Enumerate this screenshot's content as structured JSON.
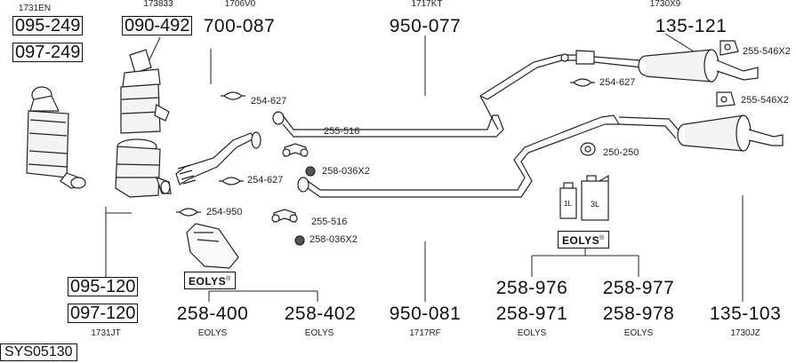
{
  "refs": {
    "r1731EN": "1731EN",
    "r173833": "173833",
    "r1706V0": "1706V0",
    "r1717KT": "1717KT",
    "r1730X9": "1730X9",
    "r1731JT": "1731JT",
    "r1717RF": "1717RF",
    "r1730JZ": "1730JZ",
    "eolys1": "EOLYS",
    "eolys2": "EOLYS",
    "eolys3": "EOLYS",
    "eolys4": "EOLYS"
  },
  "parts": {
    "p095_249": "095-249",
    "p097_249": "097-249",
    "p090_492": "090-492",
    "p700_087": "700-087",
    "p950_077": "950-077",
    "p135_121": "135-121",
    "p095_120": "095-120",
    "p097_120": "097-120",
    "p258_400": "258-400",
    "p258_402": "258-402",
    "p950_081": "950-081",
    "p258_976": "258-976",
    "p258_971": "258-971",
    "p258_977": "258-977",
    "p258_978": "258-978",
    "p135_103": "135-103"
  },
  "small_parts": {
    "s254_627_a": "254-627",
    "s255_516_a": "255-516",
    "s258_036X2_a": "258-036X2",
    "s254_627_b": "254-627",
    "s254_950": "254-950",
    "s255_516_b": "255-516",
    "s258_036X2_b": "258-036X2",
    "s254_627_c": "254-627",
    "s250_250": "250-250",
    "s255_546X2_a": "255-546X2",
    "s255_546X2_b": "255-546X2"
  },
  "badges": {
    "eolys_label": "EOLYS",
    "registered": "®",
    "can_1l": "1L",
    "can_3l": "3L"
  },
  "system_code": "SYS05130"
}
